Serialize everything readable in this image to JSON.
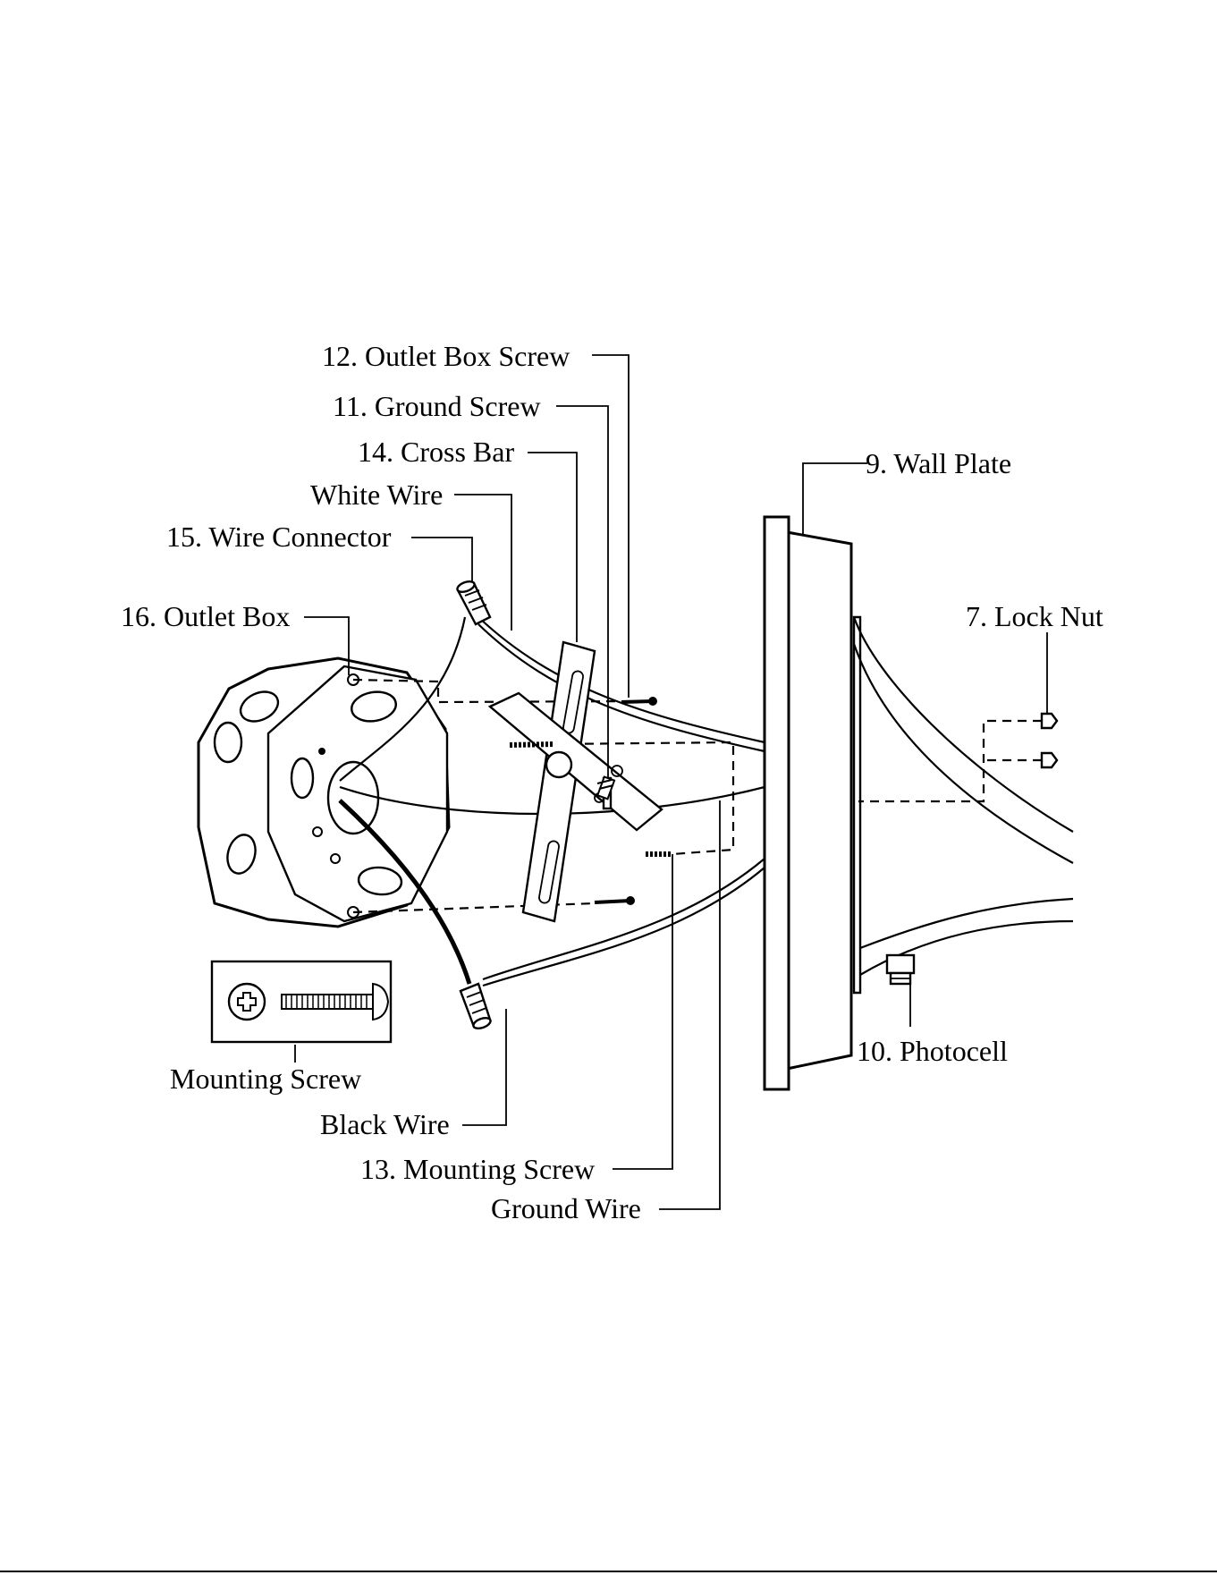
{
  "labels": {
    "outlet_box_screw": "12. Outlet Box Screw",
    "ground_screw": "11. Ground Screw",
    "cross_bar": "14. Cross Bar",
    "white_wire": "White Wire",
    "wire_connector": "15. Wire Connector",
    "outlet_box": "16. Outlet Box",
    "wall_plate": "9. Wall Plate",
    "lock_nut": "7. Lock Nut",
    "mounting_screw_detail": "Mounting Screw",
    "black_wire": "Black Wire",
    "mounting_screw": "13. Mounting Screw",
    "ground_wire": "Ground Wire",
    "photocell": "10. Photocell"
  },
  "icons": {
    "outlet_box": "octagon-outlet-box",
    "cross_bar": "cross-bar-bracket",
    "wire_connector": "wire-nut",
    "wall_plate": "wall-plate",
    "fixture_arm": "lamp-arm",
    "lock_nut": "lock-nut",
    "photocell": "photocell",
    "screw": "phillips-screw"
  }
}
